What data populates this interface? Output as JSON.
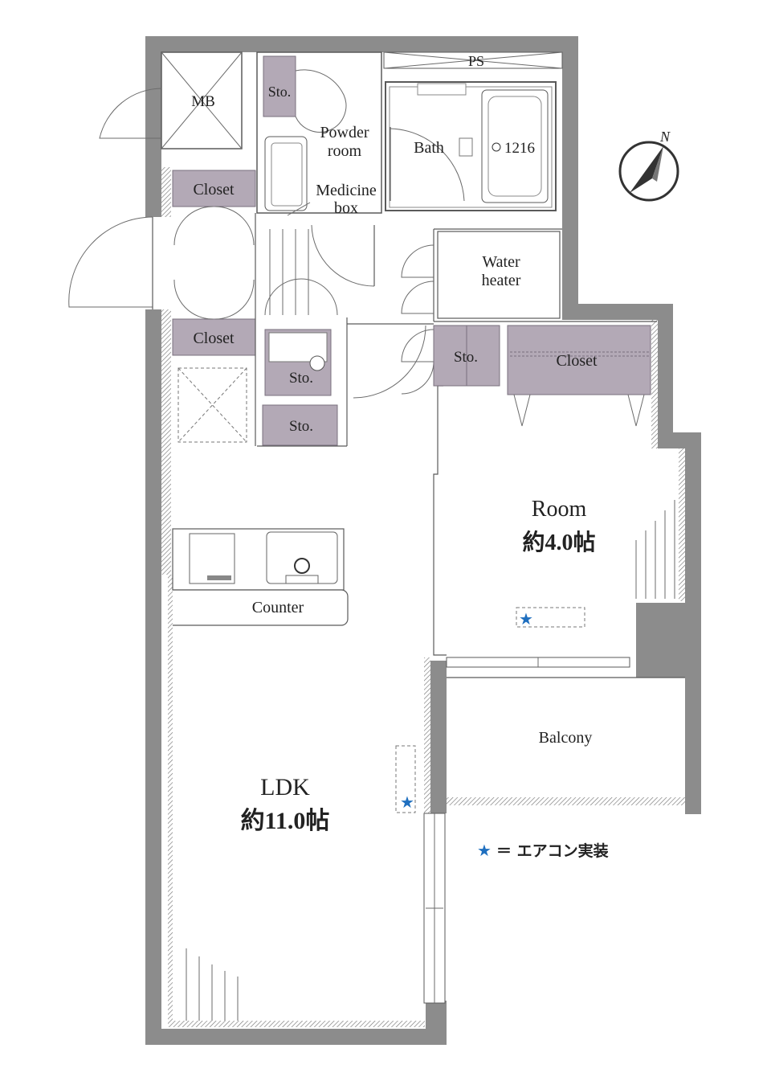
{
  "rooms": {
    "mb": "MB",
    "closet_top": "Closet",
    "closet_mid": "Closet",
    "closet_room": "Closet",
    "sto_wc": "Sto.",
    "sto_1": "Sto.",
    "sto_2": "Sto.",
    "sto_3": "Sto.",
    "powder_room_line1": "Powder",
    "powder_room_line2": "room",
    "medicine_box_line1": "Medicine",
    "medicine_box_line2": "box",
    "bath": "Bath",
    "bath_size": "1216",
    "ps": "PS",
    "water_heater_line1": "Water",
    "water_heater_line2": "heater",
    "room_name": "Room",
    "room_size": "約4.0帖",
    "counter": "Counter",
    "balcony": "Balcony",
    "ldk_name": "LDK",
    "ldk_size": "約11.0帖"
  },
  "legend": {
    "star": "★",
    "text": "＝ エアコン実装"
  },
  "compass": {
    "north_label": "N"
  },
  "colors": {
    "wall": "#8c8c8c",
    "storage": "#b3a9b6",
    "aircon_star": "#1f6fbf"
  }
}
